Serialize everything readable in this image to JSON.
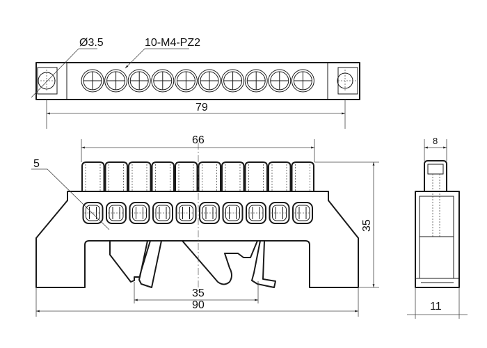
{
  "drawing": {
    "top_view": {
      "hole_diameter_label": "Ø3.5",
      "screws_label": "10-M4-PZ2",
      "length_label": "79",
      "screw_count": 10
    },
    "front_view": {
      "caps_width_label": "66",
      "hole_size_label": "5",
      "height_label": "35",
      "din_rail_label": "35",
      "overall_length_label": "90"
    },
    "side_view": {
      "cap_width_label": "8",
      "width_label": "11"
    }
  }
}
